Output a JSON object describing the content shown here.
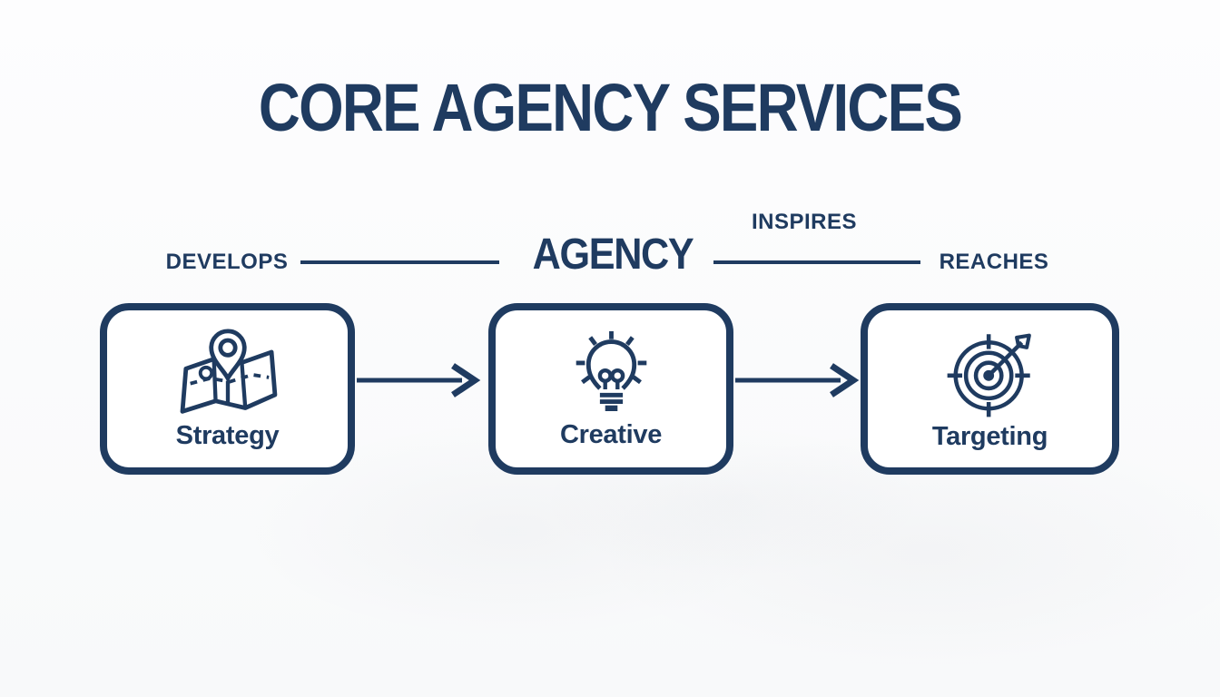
{
  "colors": {
    "accent": "#1f3b60",
    "background": "#fbfcfd",
    "box_fill": "#ffffff"
  },
  "title": "CORE AGENCY SERVICES",
  "relationship_row": {
    "develops_label": "DEVELOPS",
    "agency_label": "AGENCY",
    "inspires_label": "INSPIRES",
    "reaches_label": "REACHES"
  },
  "services": [
    {
      "label": "Strategy",
      "icon": "map-pin-icon"
    },
    {
      "label": "Creative",
      "icon": "lightbulb-icon"
    },
    {
      "label": "Targeting",
      "icon": "target-icon"
    }
  ]
}
